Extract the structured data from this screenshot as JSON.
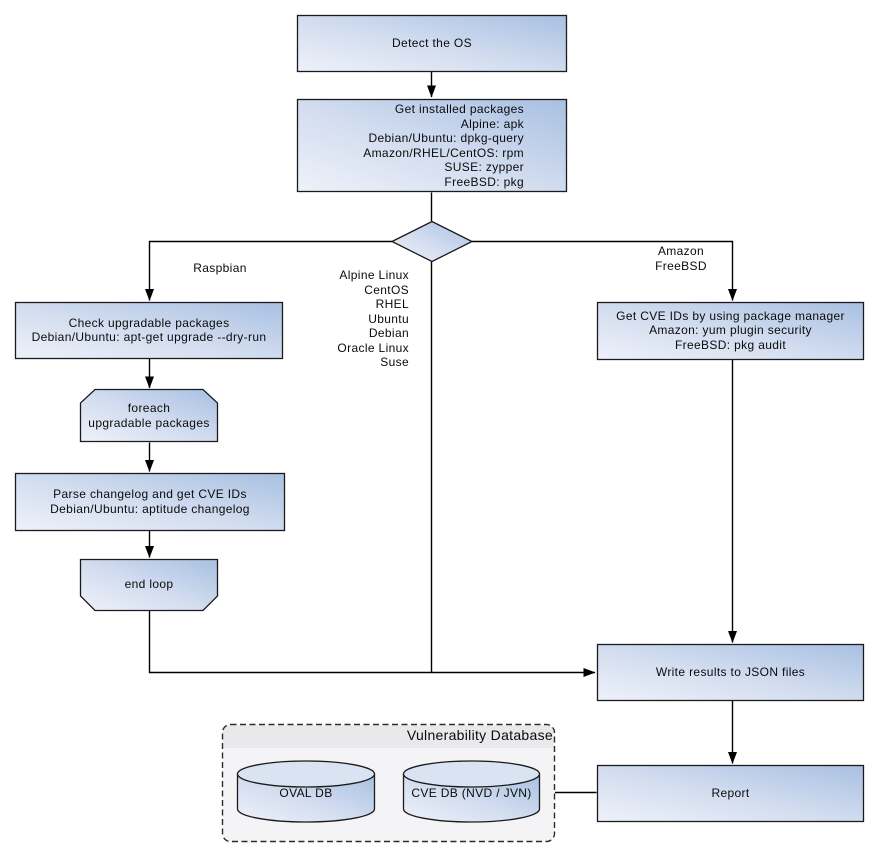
{
  "diagram": {
    "nodes": {
      "detect_os": "Detect the OS",
      "get_installed_packages": "Get installed packages\nAlpine: apk\nDebian/Ubuntu: dpkg-query\nAmazon/RHEL/CentOS: rpm\nSUSE: zypper\nFreeBSD: pkg",
      "check_upgradable": "Check upgradable packages\nDebian/Ubuntu: apt-get upgrade --dry-run",
      "foreach_loop": "foreach\nupgradable  packages",
      "parse_changelog": "Parse changelog and get  CVE IDs\nDebian/Ubuntu: aptitude changelog",
      "end_loop": "end loop",
      "get_cve_ids": "Get CVE IDs by using package manager\nAmazon: yum plugin security\nFreeBSD: pkg audit",
      "write_results": "Write results to JSON files",
      "report": "Report",
      "oval_db": "OVAL DB",
      "cve_db": "CVE DB (NVD / JVN)"
    },
    "groups": {
      "vulnerability_database_title": "Vulnerability Database"
    },
    "edge_labels": {
      "raspbian": "Raspbian",
      "os_list": "Alpine Linux\nCentOS\nRHEL\nUbuntu\nDebian\nOracle Linux\nSuse",
      "amazon_freebsd": "Amazon\nFreeBSD"
    },
    "colors": {
      "node_gradient_light": "#eef1f9",
      "node_gradient_dark": "#a8c0e2",
      "node_border": "#1b1b1b",
      "connector": "#000000",
      "panel_fill": "#f4f4f6",
      "panel_title_strip": "#e9e9ec",
      "cylinder_top": "#dae3f1",
      "background": "#ffffff"
    }
  }
}
